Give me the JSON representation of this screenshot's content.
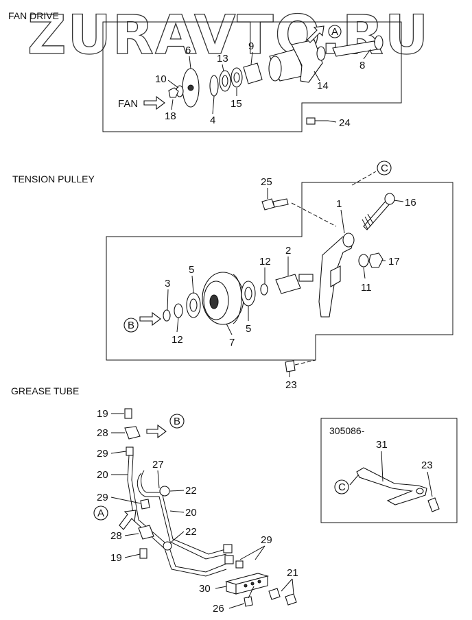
{
  "watermark": "ZURAVTO.RU",
  "sections": {
    "fan_drive": "FAN DRIVE",
    "tension_pulley": "TENSION PULLEY",
    "grease_tube": "GREASE TUBE"
  },
  "fan_drive": {
    "direction_label": "FAN",
    "callouts": [
      "6",
      "13",
      "9",
      "8",
      "10",
      "14",
      "15",
      "18",
      "4",
      "24"
    ],
    "ref_A": "A"
  },
  "tension_pulley": {
    "callouts": [
      "25",
      "1",
      "16",
      "2",
      "5",
      "12",
      "17",
      "3",
      "11",
      "12",
      "5",
      "7",
      "23"
    ],
    "ref_B": "B",
    "ref_C": "C"
  },
  "grease_tube": {
    "callouts": [
      "19",
      "28",
      "29",
      "20",
      "27",
      "22",
      "29",
      "20",
      "28",
      "22",
      "19",
      "29",
      "21",
      "30",
      "26"
    ],
    "ref_B": "B",
    "ref_A": "A"
  },
  "inset": {
    "serial": "305086-",
    "callouts": [
      "31",
      "23"
    ],
    "ref_C": "C"
  }
}
